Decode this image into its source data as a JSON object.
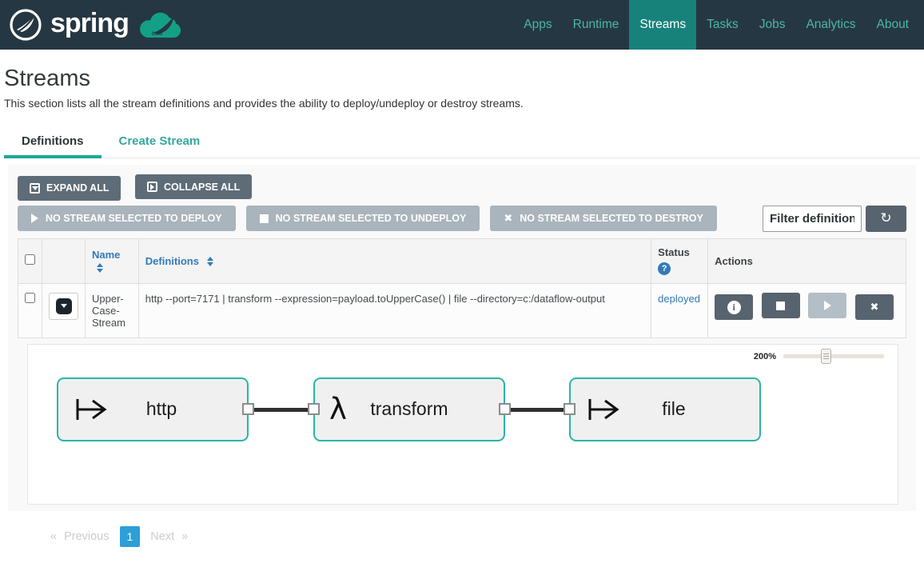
{
  "navbar": {
    "brand": "spring",
    "items": [
      {
        "label": "Apps",
        "active": false
      },
      {
        "label": "Runtime",
        "active": false
      },
      {
        "label": "Streams",
        "active": true
      },
      {
        "label": "Tasks",
        "active": false
      },
      {
        "label": "Jobs",
        "active": false
      },
      {
        "label": "Analytics",
        "active": false
      },
      {
        "label": "About",
        "active": false
      }
    ]
  },
  "page": {
    "title": "Streams",
    "subtitle": "This section lists all the stream definitions and provides the ability to deploy/undeploy or destroy streams."
  },
  "tabs": [
    {
      "label": "Definitions",
      "active": true
    },
    {
      "label": "Create Stream",
      "active": false
    }
  ],
  "toolbar": {
    "expand_all": "EXPAND ALL",
    "collapse_all": "COLLAPSE ALL",
    "deploy_disabled": "NO STREAM SELECTED TO DEPLOY",
    "undeploy_disabled": "NO STREAM SELECTED TO UNDEPLOY",
    "destroy_disabled": "NO STREAM SELECTED TO DESTROY",
    "filter_placeholder": "Filter definitions"
  },
  "table": {
    "headers": {
      "name": "Name",
      "definitions": "Definitions",
      "status": "Status",
      "actions": "Actions"
    },
    "rows": [
      {
        "name": "Upper-Case-Stream",
        "definition": "http --port=7171 | transform --expression=payload.toUpperCase() | file --directory=c:/dataflow-output",
        "status": "deployed"
      }
    ]
  },
  "canvas": {
    "zoom_label": "200%",
    "nodes": [
      {
        "label": "http",
        "icon": "stream-source-arrow-icon"
      },
      {
        "label": "transform",
        "icon": "lambda-icon"
      },
      {
        "label": "file",
        "icon": "stream-sink-arrow-icon"
      }
    ]
  },
  "pagination": {
    "prev_symbol": "«",
    "previous": "Previous",
    "pages": [
      "1"
    ],
    "next": "Next",
    "next_symbol": "»"
  },
  "icons": {
    "lambda": "λ",
    "info": "i",
    "destroy": "✖",
    "refresh": "↻",
    "question": "?"
  },
  "colors": {
    "navbar_bg": "#253742",
    "navbar_active": "#17827a",
    "nav_link": "#4cb6aa",
    "accent_teal": "#1aa99c",
    "link_blue": "#337ab7",
    "slate_button": "#5e6c77",
    "disabled_button": "#a9b4bc",
    "node_border": "#2ab5a5",
    "active_page_blue": "#2d9fd8",
    "cloud_green": "#14a086"
  }
}
